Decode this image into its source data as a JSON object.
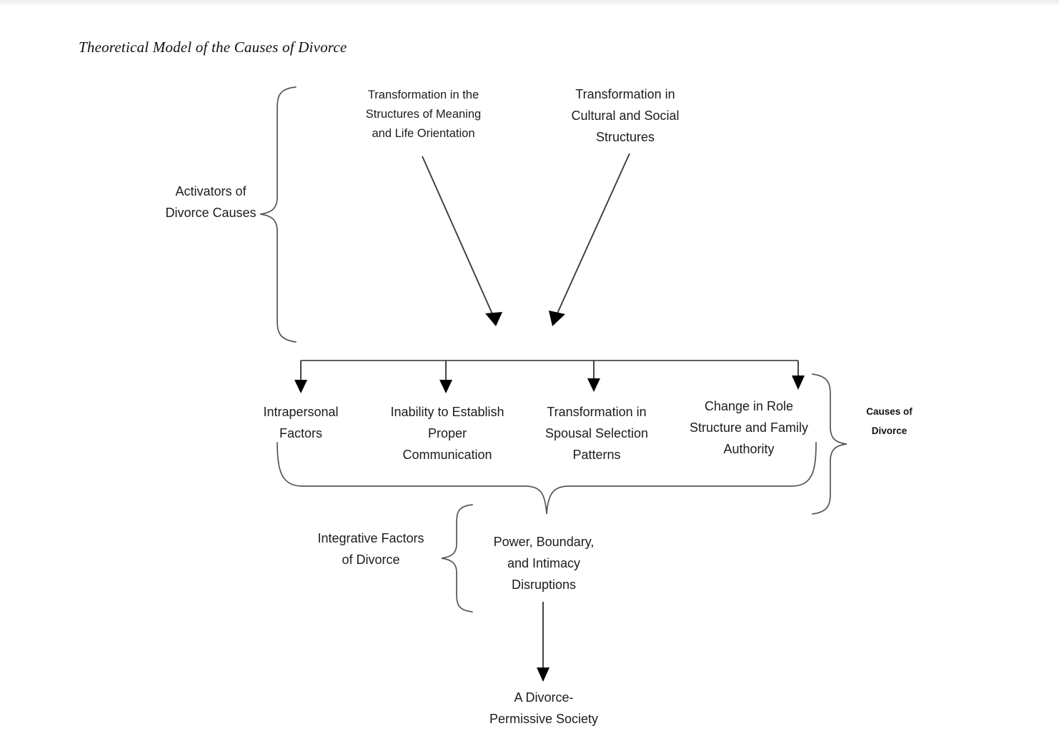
{
  "page": {
    "title": "Theoretical Model of the Causes of Divorce",
    "background_color": "#ffffff",
    "line_color": "#3c3c3c",
    "brace_color": "#555555",
    "text_color": "#1c1c1c"
  },
  "chart_data": {
    "type": "diagram",
    "title": "Theoretical Model of the Causes of Divorce",
    "diagram_kind": "flow / hierarchy model",
    "groups": [
      {
        "label": "Activators of Divorce Causes",
        "brace": "left-pointing",
        "members": [
          "Transformation in the Structures of Meaning and Life Orientation",
          "Transformation in Cultural and Social Structures"
        ]
      },
      {
        "label": "Causes of Divorce",
        "brace": "right-pointing",
        "members": [
          "Intrapersonal Factors",
          "Inability to Establish Proper Communication",
          "Transformation in Spousal Selection Patterns",
          "Change in Role Structure and Family Authority"
        ]
      },
      {
        "label": "Integrative Factors of Divorce",
        "brace": "left-pointing",
        "members": [
          "Power, Boundary, and Intimacy Disruptions"
        ]
      }
    ],
    "outcome": "A Divorce-Permissive Society",
    "edges": [
      {
        "from": "Transformation in the Structures of Meaning and Life Orientation",
        "to": "Causes of Divorce distribution bar",
        "style": "diagonal arrow"
      },
      {
        "from": "Transformation in Cultural and Social Structures",
        "to": "Causes of Divorce distribution bar",
        "style": "diagonal arrow"
      },
      {
        "from": "distribution bar",
        "to": "Intrapersonal Factors",
        "style": "down arrow"
      },
      {
        "from": "distribution bar",
        "to": "Inability to Establish Proper Communication",
        "style": "down arrow"
      },
      {
        "from": "distribution bar",
        "to": "Transformation in Spousal Selection Patterns",
        "style": "down arrow"
      },
      {
        "from": "distribution bar",
        "to": "Change in Role Structure and Family Authority",
        "style": "down arrow"
      },
      {
        "from": "four causes of divorce",
        "to": "Power, Boundary, and Intimacy Disruptions",
        "style": "converging brace"
      },
      {
        "from": "Power, Boundary, and Intimacy Disruptions",
        "to": "A Divorce-Permissive Society",
        "style": "down arrow"
      }
    ]
  },
  "labels": {
    "activators_group": "Activators of\nDivorce Causes",
    "activators_line1": "Activators of",
    "activators_line2": "Divorce Causes",
    "causes_group_line1": "Causes of",
    "causes_group_line2": "Divorce",
    "integrative_line1": "Integrative Factors",
    "integrative_line2": "of Divorce"
  },
  "nodes": {
    "transformation_meaning": {
      "line1": "Transformation in the",
      "line2": "Structures of Meaning",
      "line3": "and Life Orientation"
    },
    "transformation_cultural": {
      "line1": "Transformation in",
      "line2": "Cultural and Social",
      "line3": "Structures"
    },
    "intrapersonal": {
      "line1": "Intrapersonal",
      "line2": "Factors"
    },
    "communication": {
      "line1": "Inability to Establish",
      "line2": "Proper",
      "line3": "Communication"
    },
    "spousal_selection": {
      "line1": "Transformation in",
      "line2": "Spousal Selection",
      "line3": "Patterns"
    },
    "role_structure": {
      "line1": "Change in Role",
      "line2": "Structure and Family",
      "line3": "Authority"
    },
    "power_boundary": {
      "line1": "Power, Boundary,",
      "line2": "and Intimacy",
      "line3": "Disruptions"
    },
    "outcome": {
      "line1": "A Divorce-",
      "line2": "Permissive Society"
    }
  }
}
